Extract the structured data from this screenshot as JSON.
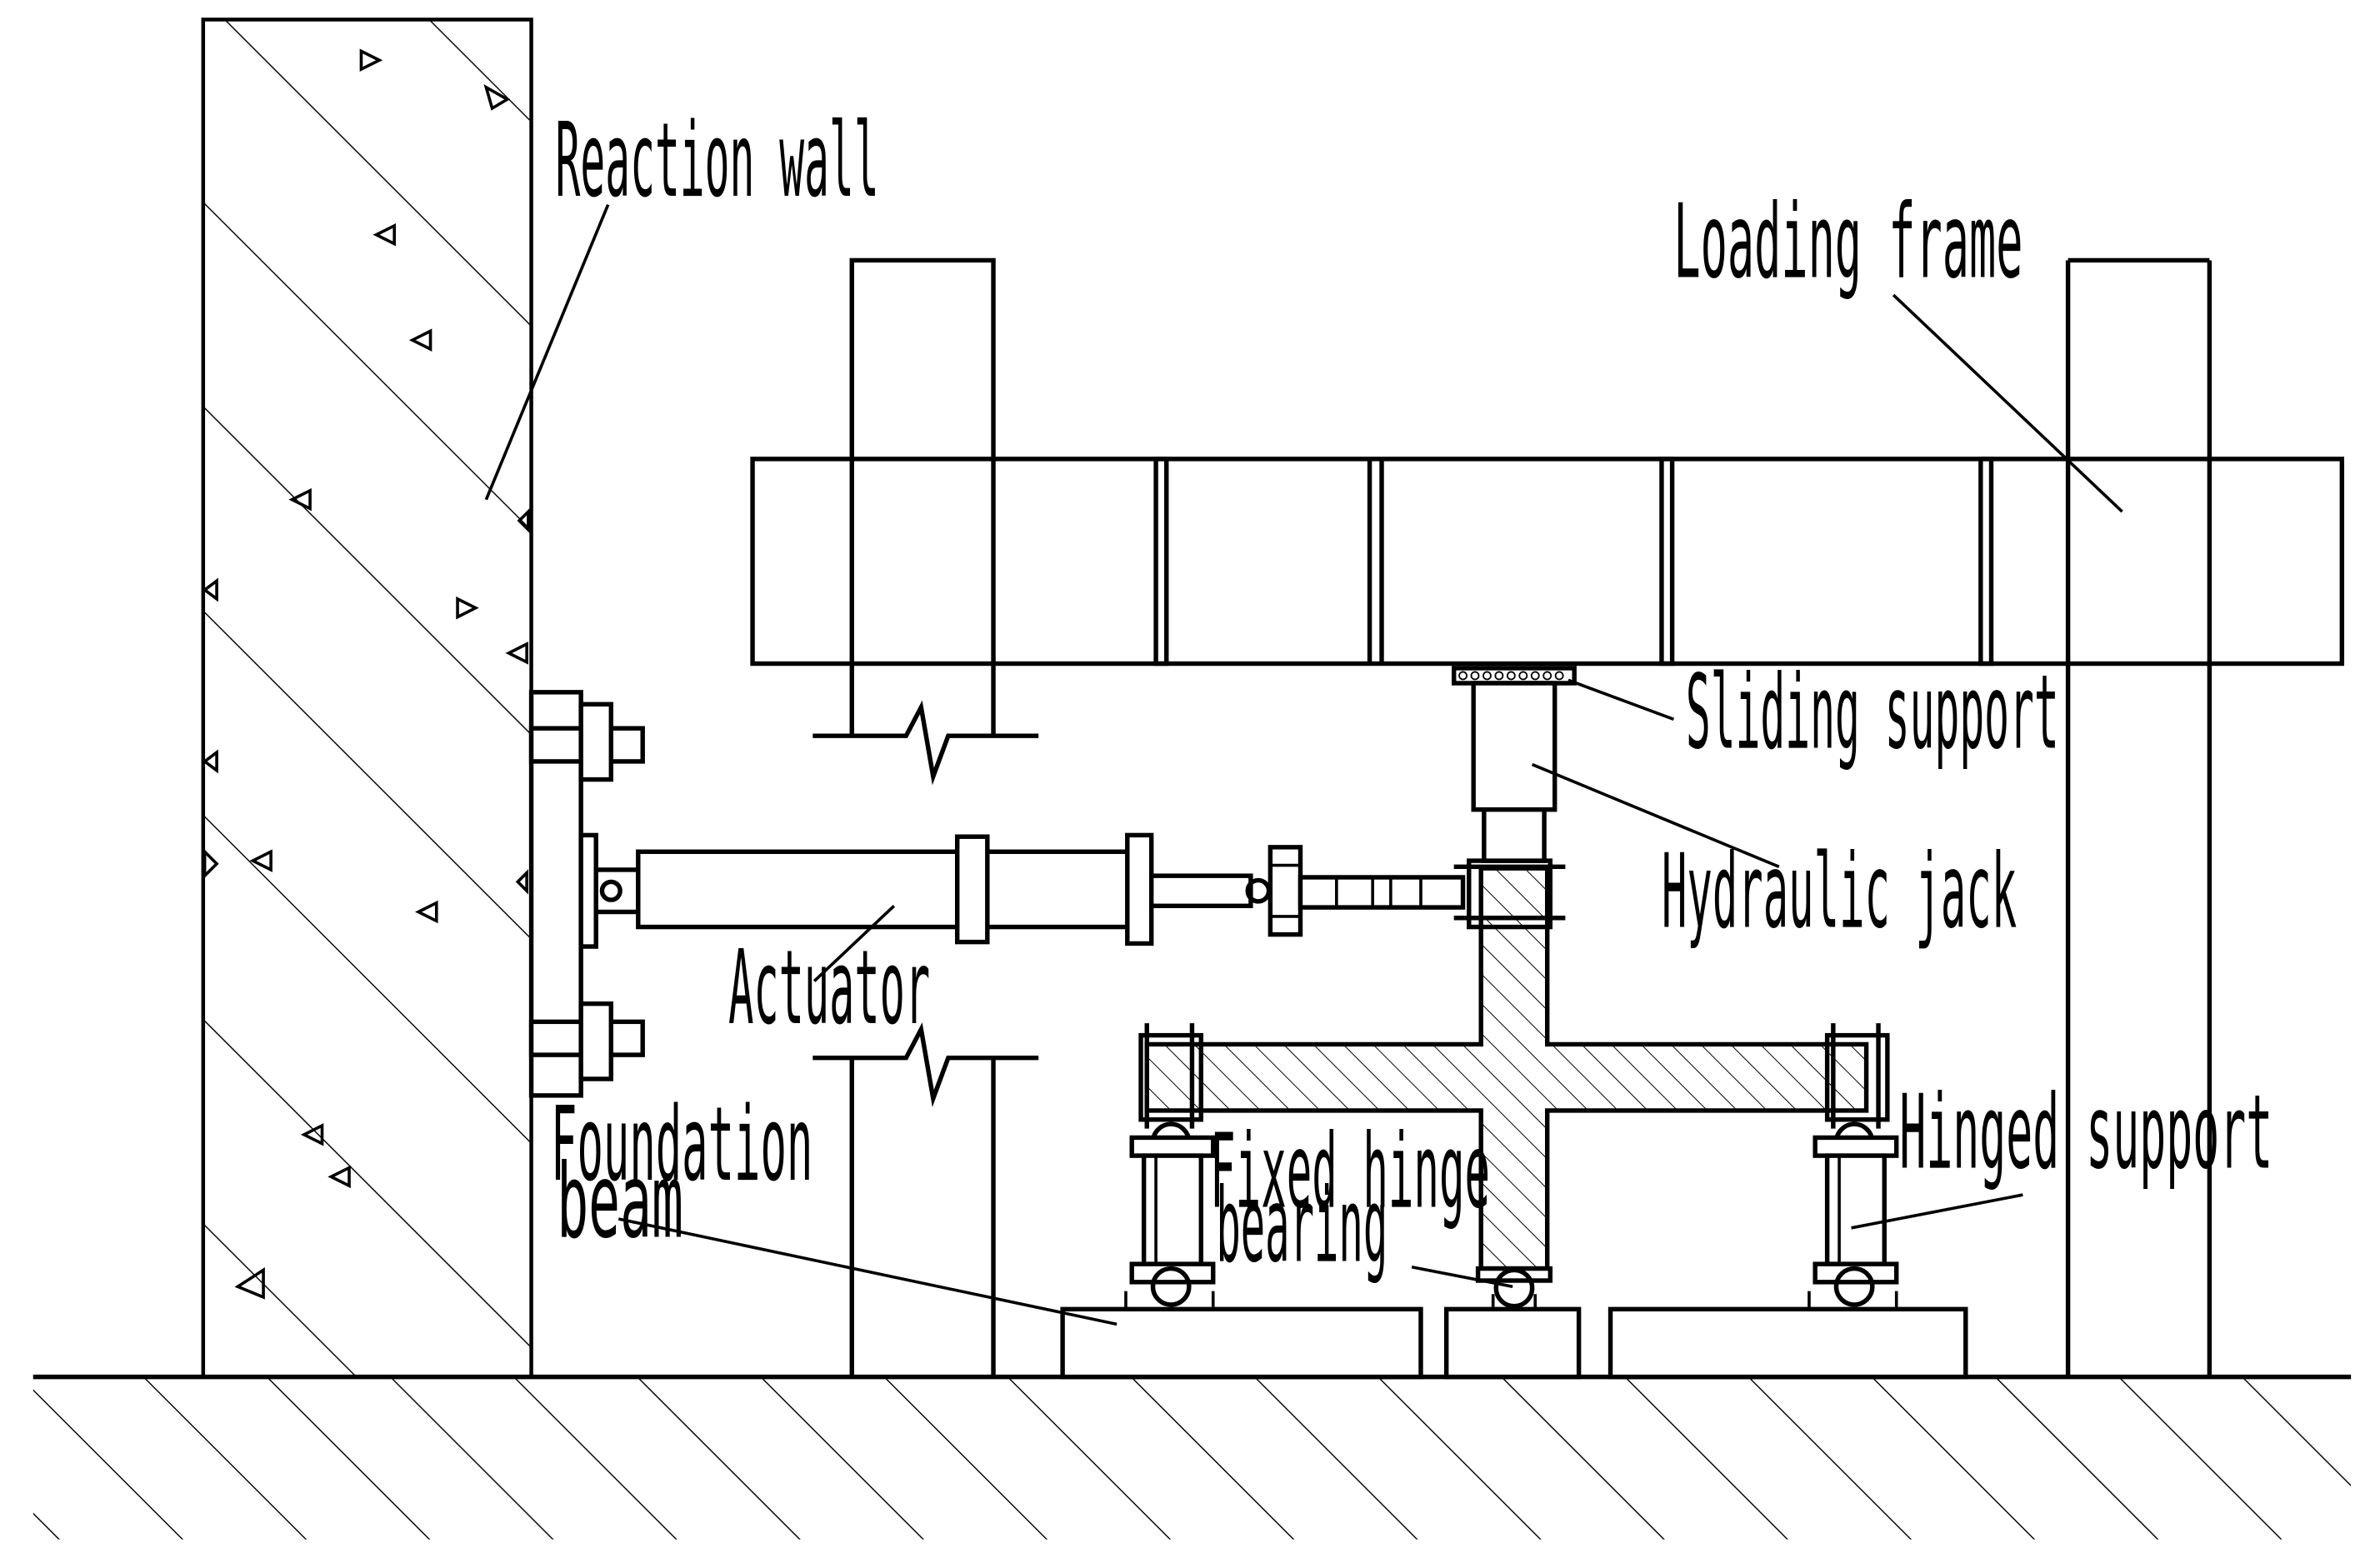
{
  "labels": {
    "reaction_wall": "Reaction wall",
    "loading_frame": "Loading frame",
    "sliding_support": "Sliding support",
    "hydraulic_jack": "Hydraulic jack",
    "actuator": "Actuator",
    "foundation_beam_1": "Foundation",
    "foundation_beam_2": "beam",
    "fixed_hinge_1": "Fixed hinge",
    "fixed_hinge_2": "bearing",
    "hinged_support": "Hinged support"
  }
}
